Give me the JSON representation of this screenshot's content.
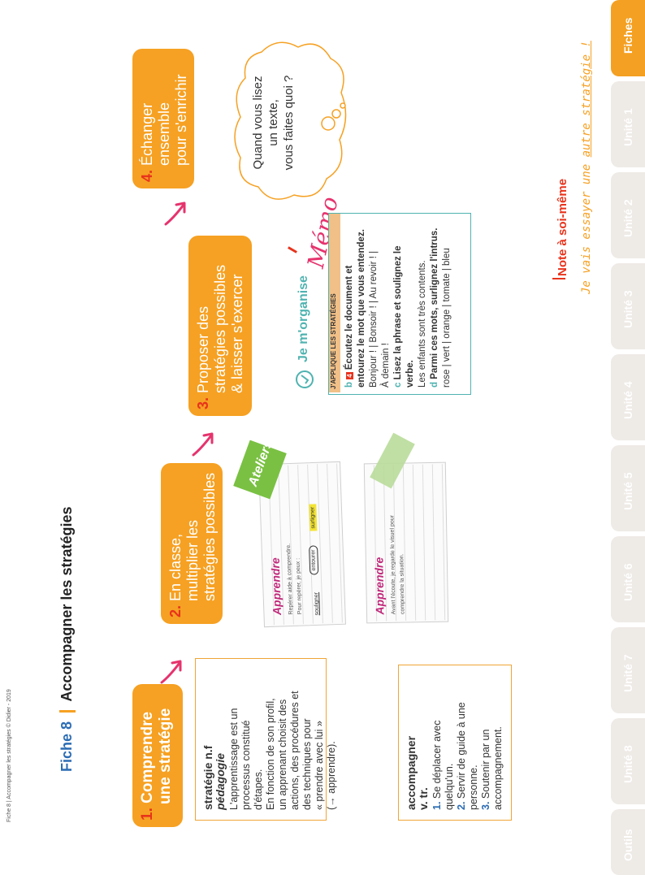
{
  "header": {
    "small_credit": "Fiche 8 | Accompagner les stratégies © Didier - 2019",
    "fiche_label": "Fiche 8",
    "title": "Accompagner les stratégies"
  },
  "tabs": [
    {
      "label": "Fiches",
      "active": true
    },
    {
      "label": "Unité 1",
      "active": false
    },
    {
      "label": "Unité 2",
      "active": false
    },
    {
      "label": "Unité 3",
      "active": false
    },
    {
      "label": "Unité 4",
      "active": false
    },
    {
      "label": "Unité 5",
      "active": false
    },
    {
      "label": "Unité 6",
      "active": false
    },
    {
      "label": "Unité 7",
      "active": false
    },
    {
      "label": "Unité 8",
      "active": false
    },
    {
      "label": "Outils",
      "active": false
    }
  ],
  "steps": [
    {
      "num": "1.",
      "line1": "Comprendre",
      "line2": "une stratégie",
      "line3": ""
    },
    {
      "num": "2.",
      "line1": "En classe,",
      "line2": "multiplier les",
      "line3": "stratégies possibles"
    },
    {
      "num": "3.",
      "line1": "Proposer des",
      "line2": "stratégies possibles",
      "line3": "& laisser s'exercer"
    },
    {
      "num": "4.",
      "line1": "Échanger",
      "line2": "ensemble",
      "line3": "pour s'enrichir"
    }
  ],
  "definition_strategie": {
    "word": "stratégie n.f",
    "domain": "pédagogie",
    "lines": [
      "L'apprentissage est un",
      "processus constitué",
      "d'étapes.",
      "En fonction de son profil,",
      "un apprenant choisit des",
      "actions, des procédures et",
      "des techniques pour",
      "« prendre avec lui »",
      "(→ apprendre)."
    ]
  },
  "definition_accompagner": {
    "word": "accompagner",
    "pos": "v. tr.",
    "items": [
      {
        "num": "1.",
        "text1": "Se déplacer avec",
        "text2": "quelqu'un."
      },
      {
        "num": "2.",
        "text1": "Servir de guide à une",
        "text2": "personne."
      },
      {
        "num": "3.",
        "text1": "Soutenir par un",
        "text2": "accompagnement."
      }
    ]
  },
  "note1": {
    "tag": "Ateliers",
    "heading": "Apprendre",
    "line1": "Repérer aide à comprendre.",
    "line2": "Pour repérer, je peux :",
    "chip1": "souligner",
    "chip2": "entourer",
    "chip3": "surligner"
  },
  "note2": {
    "heading": "Apprendre",
    "line1": "Avant l'écoute, je regarde le visuel pour",
    "line2": "comprendre la situation."
  },
  "memo": {
    "badge": "Je m'organise",
    "tag": "Mémo",
    "header": "J'APPLIQUE LES STRATÉGIES",
    "ex_b_label": "b",
    "ex_b_track": "4",
    "ex_b_text1": "Écoutez le document et",
    "ex_b_text2": "entourez le mot que vous entendez.",
    "ex_b_words1": "Bonjour ! | Bonsoir ! | Au revoir ! |",
    "ex_b_words2": "À demain !",
    "ex_c_label": "c",
    "ex_c_text1": "Lisez la phrase et soulignez le",
    "ex_c_text2": "verbe.",
    "ex_c_sentence": "Les enfants sont très contents.",
    "ex_d_label": "d",
    "ex_d_text": "Parmi ces mots, surlignez l'intrus.",
    "ex_d_words": "rose | vert | orange | tomate | bleu"
  },
  "thought_bubble": {
    "line1": "Quand vous lisez",
    "line2": "un texte,",
    "line3": "vous faites quoi ?"
  },
  "self_note": {
    "title": "Note à soi-même",
    "text_prefix": "Je vais essayer une ",
    "text_emphasis": "autre stratégie !"
  },
  "colors": {
    "orange": "#f6a123",
    "red": "#e8331c",
    "pink": "#e6336e",
    "teal": "#4fb3b0",
    "blue": "#2b6cb3",
    "green": "#7ac143"
  }
}
